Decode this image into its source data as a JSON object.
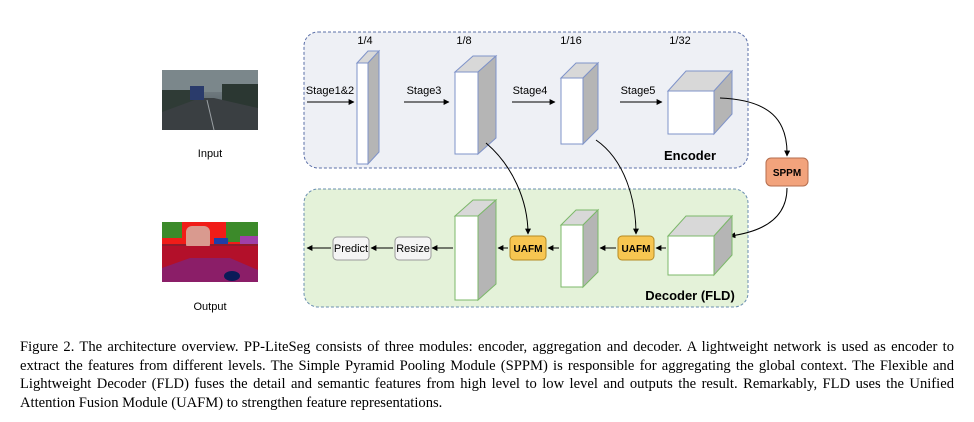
{
  "diagram": {
    "input_label": "Input",
    "output_label": "Output",
    "encoder": {
      "title": "Encoder",
      "scales": [
        "1/4",
        "1/8",
        "1/16",
        "1/32"
      ],
      "stages": [
        "Stage1&2",
        "Stage3",
        "Stage4",
        "Stage5"
      ]
    },
    "sppm_label": "SPPM",
    "decoder": {
      "title": "Decoder (FLD)",
      "uafm_labels": [
        "UAFM",
        "UAFM"
      ],
      "resize_label": "Resize",
      "predict_label": "Predict"
    },
    "colors": {
      "encoder_fill": "#eef0f5",
      "encoder_border": "#5b6fa8",
      "decoder_fill": "#e4f2d9",
      "decoder_border": "#6a8fb0",
      "uafm": "#f7c651",
      "sppm": "#f2a37c",
      "box_face": "#ffffff",
      "box_side": "#b5b5b5",
      "encoder_box_edge": "#7f93c9",
      "decoder_box_edge": "#7cb86a"
    }
  },
  "caption": "Figure 2. The architecture overview. PP-LiteSeg consists of three modules: encoder, aggregation and decoder. A lightweight network is used as encoder to extract the features from different levels. The Simple Pyramid Pooling Module (SPPM) is responsible for aggregating the global context. The Flexible and Lightweight Decoder (FLD) fuses the detail and semantic features from high level to low level and outputs the result. Remarkably, FLD uses the Unified Attention Fusion Module (UAFM) to strengthen feature representations."
}
